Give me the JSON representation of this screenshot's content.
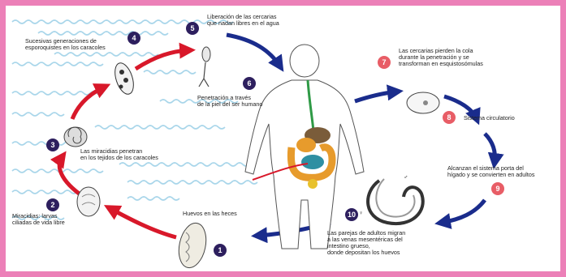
{
  "steps": [
    {
      "num": "1",
      "color": "#2d1f5e",
      "lines": []
    },
    {
      "num": "2",
      "color": "#2d1f5e",
      "lines": [
        "Miracidias: larvas",
        "ciliadas de vida libre"
      ]
    },
    {
      "num": "3",
      "color": "#2d1f5e",
      "lines": [
        "Las miracidias penetran",
        "en los tejidos de los caracoles"
      ]
    },
    {
      "num": "4",
      "color": "#2d1f5e",
      "lines": [
        "Sucesivas generaciones de",
        "esporoquistes en los caracoles"
      ]
    },
    {
      "num": "5",
      "color": "#2d1f5e",
      "lines": [
        "Liberación de las cercarias",
        "que nadan libres en el agua"
      ]
    },
    {
      "num": "6",
      "color": "#2d1f5e",
      "lines": [
        "Penetración a través",
        "de la piel del ser humano"
      ]
    },
    {
      "num": "7",
      "color": "#e85d66",
      "lines": [
        "Las cercarias pierden la cola",
        "durante la penetración y se",
        "transforman en esquistosómulas"
      ]
    },
    {
      "num": "8",
      "color": "#e85d66",
      "lines": [
        "Sistema circulatorio"
      ]
    },
    {
      "num": "9",
      "color": "#e85d66",
      "lines": [
        "Alcanzan el sistema porta del",
        "hígado y se convierten en adultos"
      ]
    },
    {
      "num": "10",
      "color": "#2d1f5e",
      "lines": [
        "Las parejas de adultos migran",
        "a las venas mesentéricas del",
        "intestino grueso,",
        "donde depositan los huevos"
      ]
    }
  ],
  "eggs_label": "Huevos en las heces",
  "female_symbol": "♀",
  "male_symbol": "♂",
  "colors": {
    "border": "#ec80b8",
    "water": "#a9d6ea",
    "red_arrow": "#d8182a",
    "blue_arrow": "#1a2c8c",
    "intestine_green": "#2f9a46",
    "liver_orange": "#e79b2c"
  }
}
